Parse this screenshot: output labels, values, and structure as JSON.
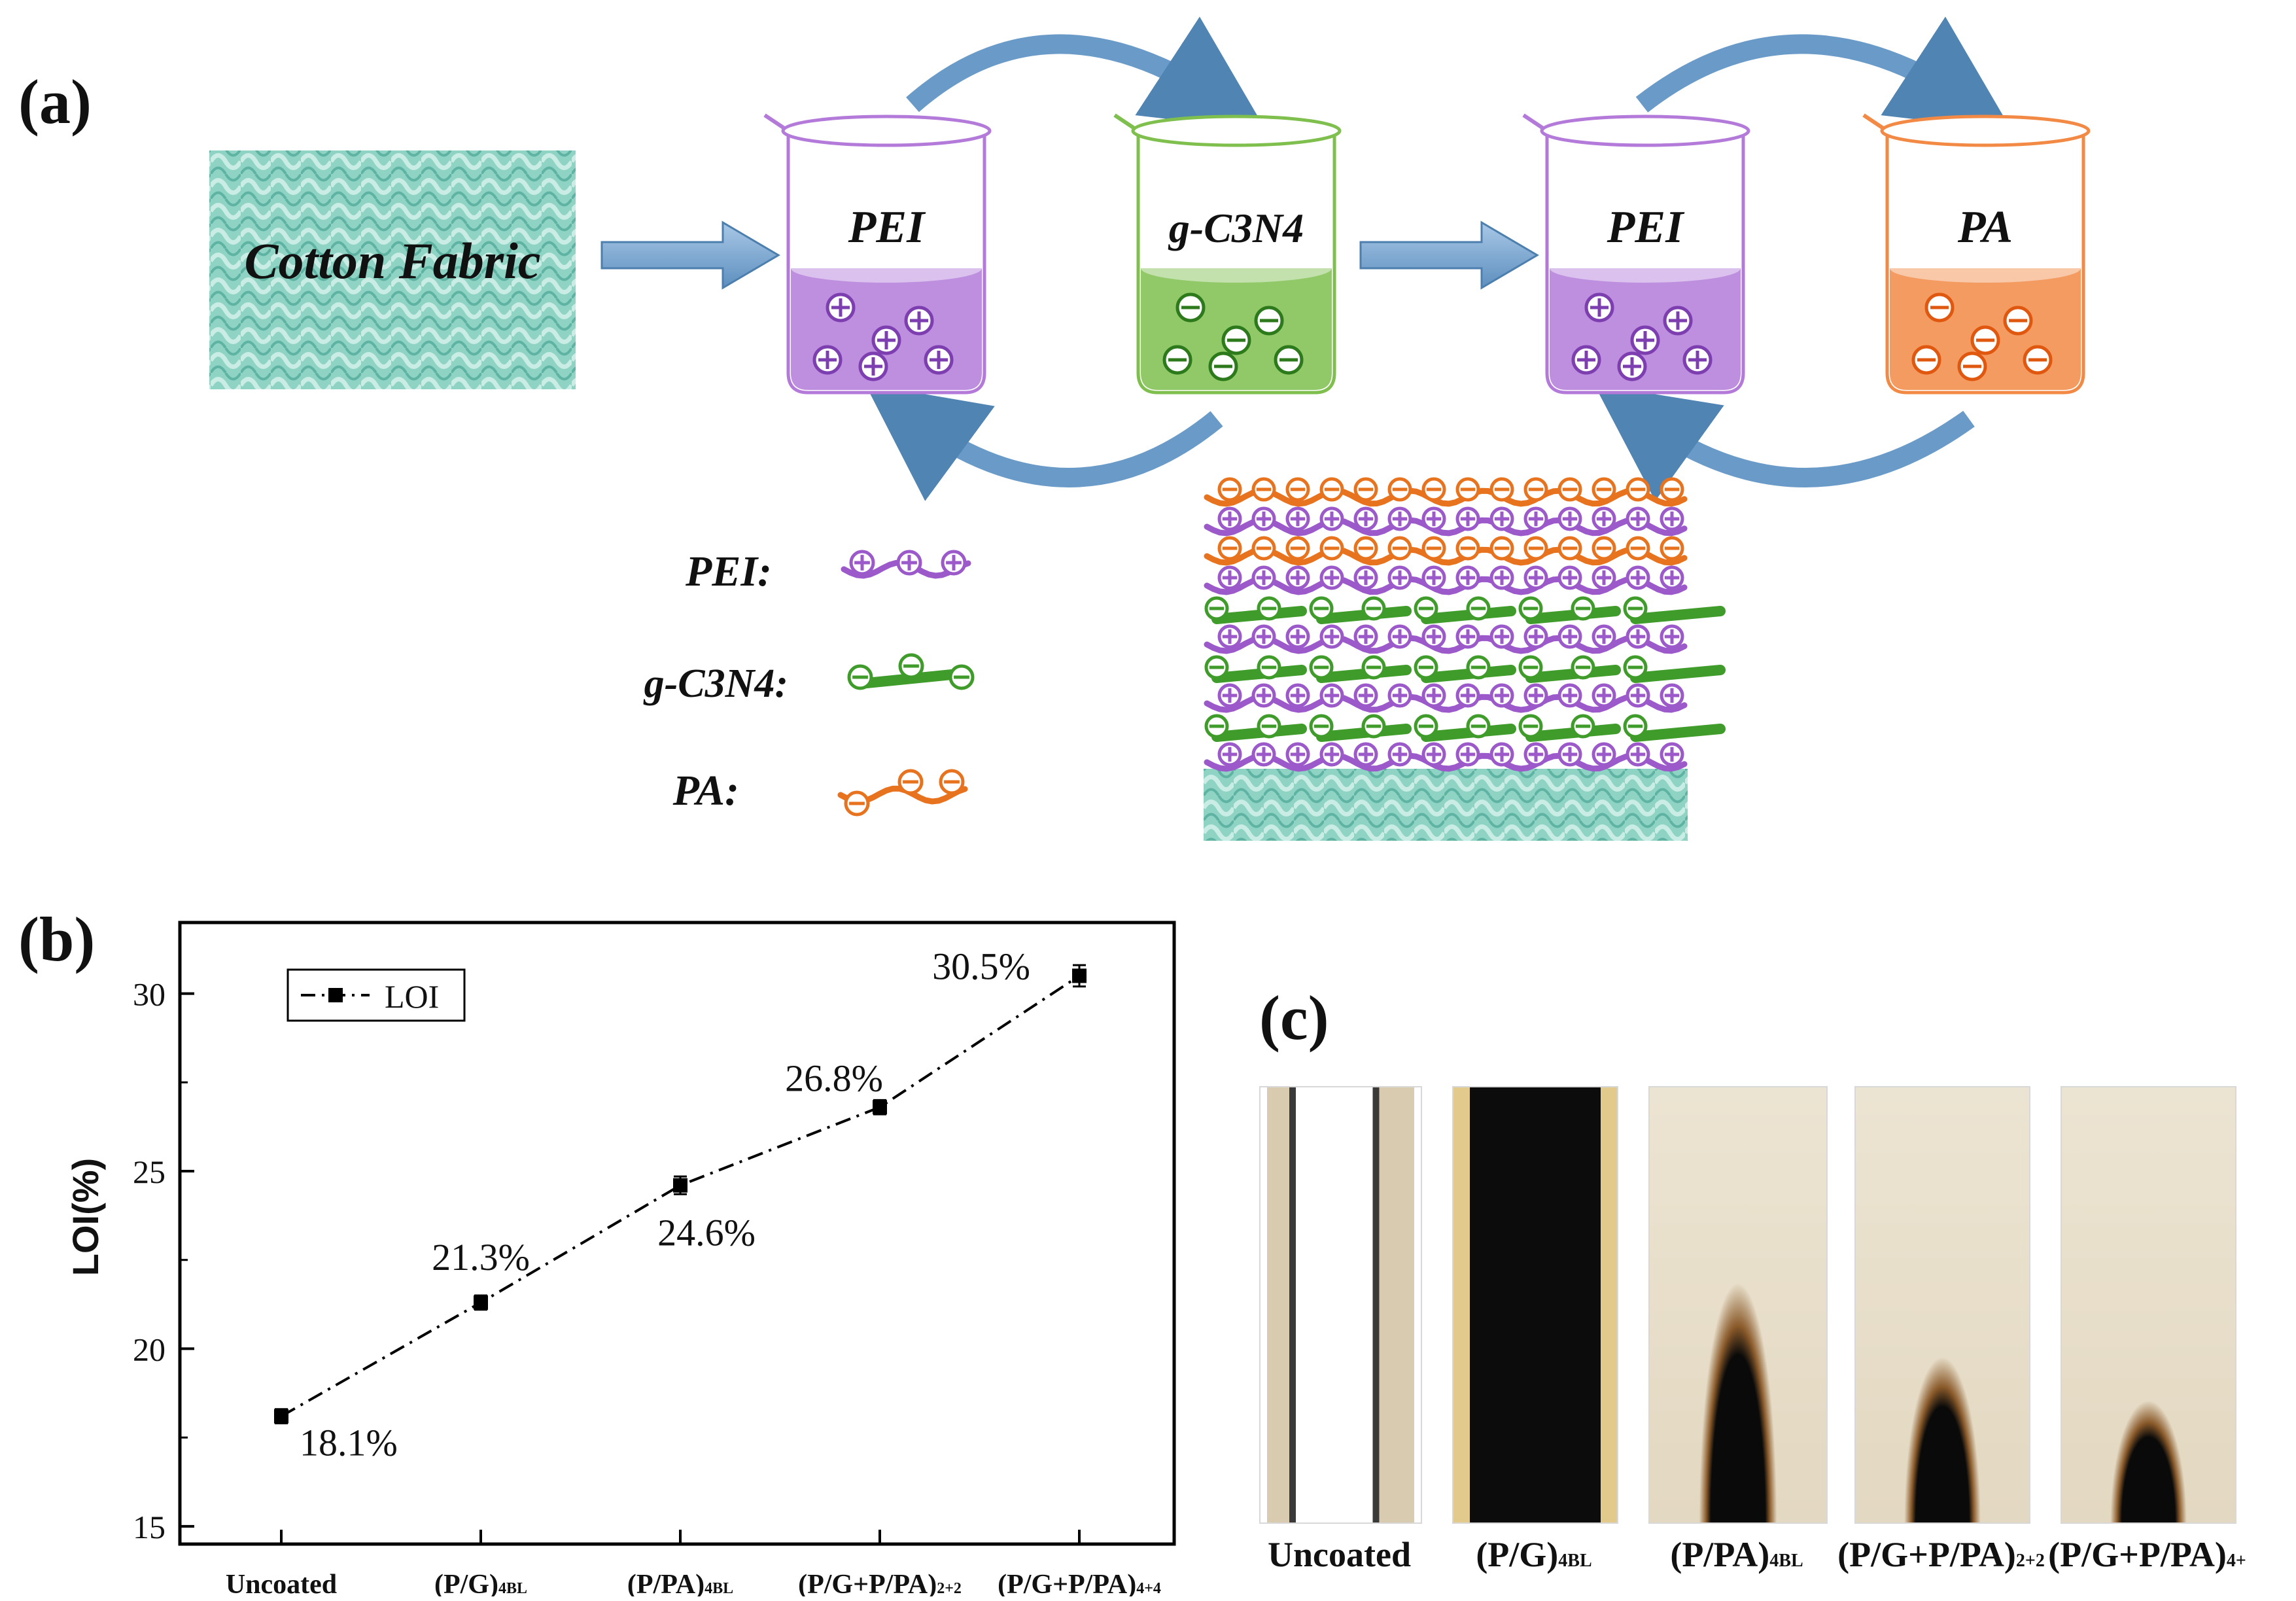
{
  "panels": {
    "a": "(a)",
    "b": "(b)",
    "c": "(c)"
  },
  "schematic": {
    "fabric_label": "Cotton Fabric",
    "beakers": [
      {
        "label": "PEI",
        "charge": "positive",
        "color": "#b37ad9"
      },
      {
        "label": "g-C3N4",
        "charge": "negative",
        "color": "#7fbf4d"
      },
      {
        "label": "PEI",
        "charge": "positive",
        "color": "#b37ad9"
      },
      {
        "label": "PA",
        "charge": "negative",
        "color": "#f28a45"
      }
    ],
    "legend": [
      {
        "label": "PEI:",
        "color": "#9b59c9",
        "charge": "positive"
      },
      {
        "label": "g-C3N4:",
        "color": "#3f9b2a",
        "charge": "negative"
      },
      {
        "label": "PA:",
        "color": "#e8731e",
        "charge": "negative"
      }
    ]
  },
  "chart_data": {
    "type": "line",
    "categories": [
      "Uncoated",
      "(P/G)4BL",
      "(P/PA)4BL",
      "(P/G+P/PA)2+2",
      "(P/G+P/PA)4+4"
    ],
    "series": [
      {
        "name": "LOI",
        "values": [
          18.1,
          21.3,
          24.6,
          26.8,
          30.5
        ],
        "errors": [
          0.2,
          0.2,
          0.25,
          0.2,
          0.3
        ]
      }
    ],
    "data_labels": [
      "18.1%",
      "21.3%",
      "24.6%",
      "26.8%",
      "30.5%"
    ],
    "ylabel": "LOI(%)",
    "xlabel": "",
    "ylim": [
      14.5,
      32
    ],
    "yticks": [
      15,
      20,
      25,
      30
    ],
    "legend_position": "top-left",
    "grid": false,
    "line_style": "dash-dot"
  },
  "photos": {
    "captions": [
      {
        "main": "Uncoated",
        "sub": ""
      },
      {
        "main": "(P/G)",
        "sub": "4BL"
      },
      {
        "main": "(P/PA)",
        "sub": "4BL"
      },
      {
        "main": "(P/G+P/PA)",
        "sub": "2+2"
      },
      {
        "main": "(P/G+P/PA)",
        "sub": "4+"
      }
    ]
  }
}
